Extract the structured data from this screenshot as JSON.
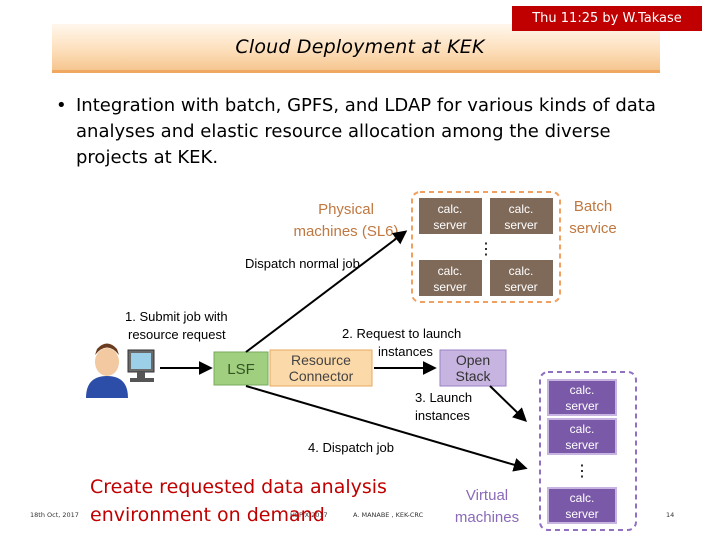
{
  "slide": {
    "title": "Cloud Deployment at KEK",
    "header_tag": "Thu 11:25  by  W.Takase",
    "bullet": "Integration with batch, GPFS, and LDAP for various kinds of data analyses and elastic resource allocation among the diverse projects at KEK.",
    "bullet_marker": "•",
    "red_caption_line1": "Create requested data analysis",
    "red_caption_line2": "environment on demand",
    "footer": {
      "date": "18th Oct, 2017",
      "event": "HEPiX 2017",
      "author": "A. MANABE , KEK-CRC",
      "page": "14"
    }
  },
  "diagram": {
    "physical_label_line1": "Physical",
    "physical_label_line2": "machines (SL6)",
    "batch_label_line1": "Batch",
    "batch_label_line2": "service",
    "server_line1": "calc.",
    "server_line2": "server",
    "ellipsis": "⋮",
    "dispatch_normal": "Dispatch normal job",
    "submit_line1": "1. Submit job with",
    "submit_line2": "resource request",
    "lsf": "LSF",
    "rc_line1": "Resource",
    "rc_line2": "Connector",
    "req_line1": "2. Request to launch",
    "req_line2": "instances",
    "os_line1": "Open",
    "os_line2": "Stack",
    "launch_line1": "3. Launch",
    "launch_line2": "instances",
    "dispatch_job": "4. Dispatch job",
    "virtual_line1": "Virtual",
    "virtual_line2": "machines"
  },
  "colors": {
    "physical_border": "#f0a060",
    "physical_text": "#c07840",
    "server_fill": "#7f6a5a",
    "virtual_border": "#9070c0",
    "virtual_text": "#8a6ab8",
    "virtual_server_fill": "#7a5aa8",
    "lsf_fill": "#9fcf7f",
    "rc_fill": "#fcd9a8",
    "openstack_fill": "#c8b4e0",
    "caption_red": "#c00000"
  }
}
